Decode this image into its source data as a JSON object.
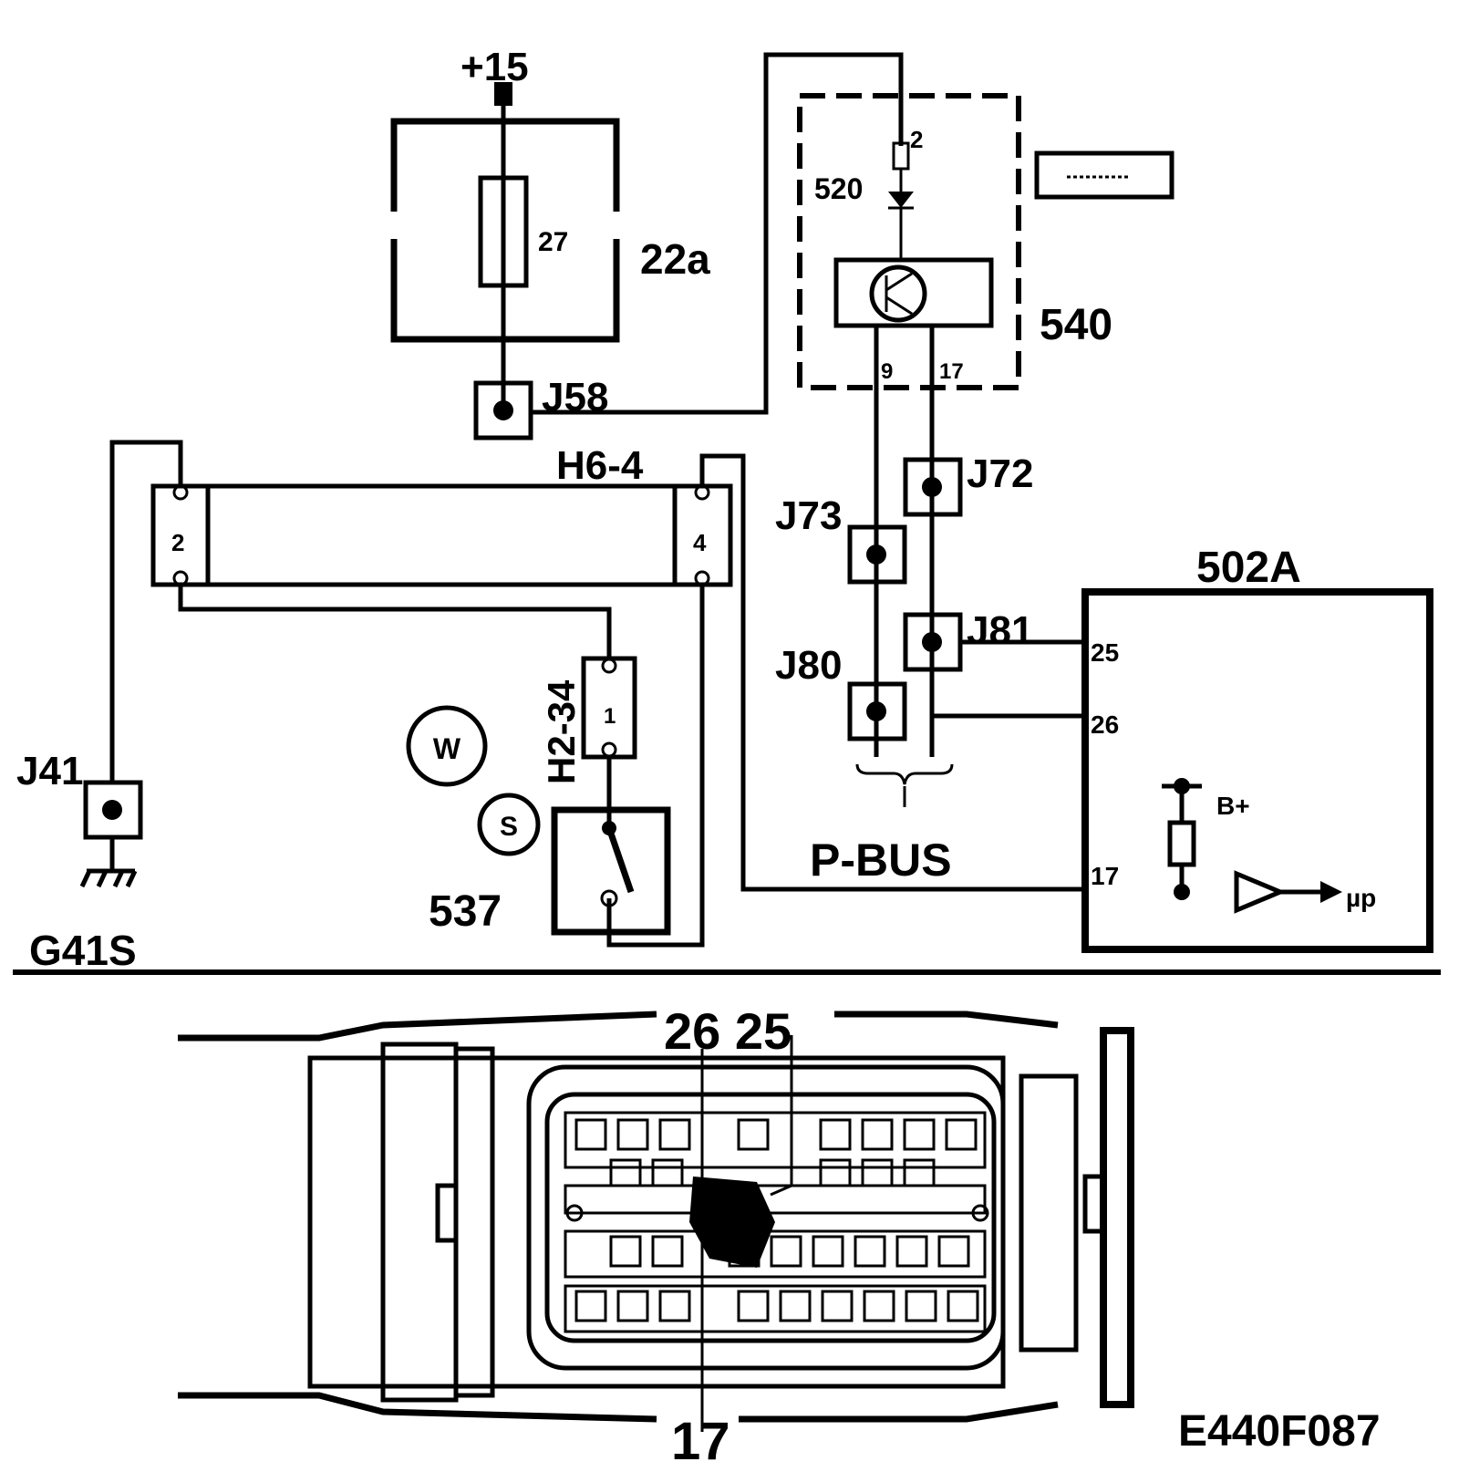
{
  "labels": {
    "supply": "+15",
    "fuse_number": "27",
    "fuse_box": "22a",
    "connector_j58": "J58",
    "connector_h6": "H6-4",
    "h6_pin_left": "2",
    "h6_pin_right": "4",
    "connector_j41": "J41",
    "ground": "G41S",
    "connector_h2": "H2-34",
    "h2_pin": "1",
    "symbol_w": "W",
    "symbol_s": "S",
    "switch": "537",
    "resistor_pin": "2",
    "led": "520",
    "module_540": "540",
    "pin_9": "9",
    "pin_17_top": "17",
    "connector_j72": "J72",
    "connector_j73": "J73",
    "connector_j81": "J81",
    "connector_j80": "J80",
    "bus": "P-BUS",
    "module_502a": "502A",
    "pin_25": "25",
    "pin_26": "26",
    "pin_17": "17",
    "bplus": "B+",
    "micro": "µp",
    "connector_top_pins": "26 25",
    "connector_bottom_pin": "17",
    "figure_id": "E440F087"
  }
}
